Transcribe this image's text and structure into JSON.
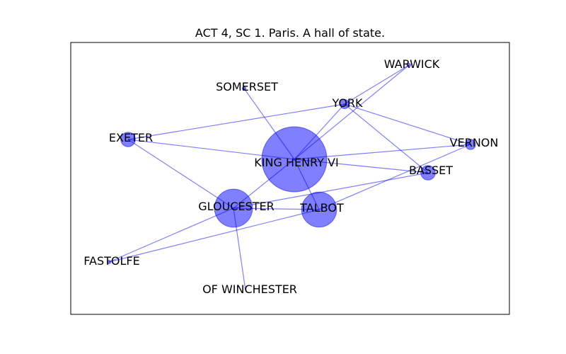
{
  "title": "ACT 4, SC 1. Paris. A hall of state.",
  "colors": {
    "node": "#0000ff",
    "edge": "#0000ff"
  },
  "nodes": [
    {
      "id": "KING HENRY VI",
      "label": "KING HENRY VI",
      "weight": 1.0
    },
    {
      "id": "GLOUCESTER",
      "label": "GLOUCESTER",
      "weight": 0.34
    },
    {
      "id": "TALBOT",
      "label": "TALBOT",
      "weight": 0.29
    },
    {
      "id": "EXETER",
      "label": "EXETER",
      "weight": 0.05
    },
    {
      "id": "YORK",
      "label": "YORK",
      "weight": 0.02
    },
    {
      "id": "SOMERSET",
      "label": "SOMERSET",
      "weight": 0.003
    },
    {
      "id": "WARWICK",
      "label": "WARWICK",
      "weight": 0.002
    },
    {
      "id": "VERNON",
      "label": "VERNON",
      "weight": 0.025
    },
    {
      "id": "BASSET",
      "label": "BASSET",
      "weight": 0.05
    },
    {
      "id": "FASTOLFE",
      "label": "FASTOLFE",
      "weight": 0.002
    },
    {
      "id": "OF WINCHESTER",
      "label": "OF WINCHESTER",
      "weight": 0.0
    }
  ],
  "edges": [
    [
      "KING HENRY VI",
      "GLOUCESTER"
    ],
    [
      "KING HENRY VI",
      "TALBOT"
    ],
    [
      "KING HENRY VI",
      "EXETER"
    ],
    [
      "KING HENRY VI",
      "YORK"
    ],
    [
      "KING HENRY VI",
      "SOMERSET"
    ],
    [
      "KING HENRY VI",
      "WARWICK"
    ],
    [
      "KING HENRY VI",
      "VERNON"
    ],
    [
      "KING HENRY VI",
      "BASSET"
    ],
    [
      "EXETER",
      "YORK"
    ],
    [
      "EXETER",
      "GLOUCESTER"
    ],
    [
      "YORK",
      "WARWICK"
    ],
    [
      "YORK",
      "VERNON"
    ],
    [
      "YORK",
      "BASSET"
    ],
    [
      "GLOUCESTER",
      "TALBOT"
    ],
    [
      "GLOUCESTER",
      "BASSET"
    ],
    [
      "GLOUCESTER",
      "FASTOLFE"
    ],
    [
      "GLOUCESTER",
      "OF WINCHESTER"
    ],
    [
      "TALBOT",
      "VERNON"
    ],
    [
      "TALBOT",
      "FASTOLFE"
    ]
  ]
}
